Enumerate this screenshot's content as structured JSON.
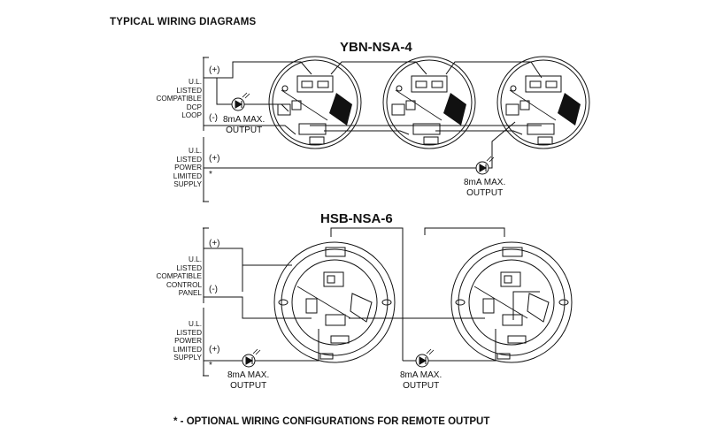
{
  "title": "TYPICAL WIRING DIAGRAMS",
  "diagram_top": {
    "model": "YBN-NSA-4",
    "dcp_label": [
      "U.L.",
      "LISTED",
      "COMPATIBLE",
      "DCP",
      "LOOP"
    ],
    "power_label": [
      "U.L.",
      "LISTED",
      "POWER",
      "LIMITED",
      "SUPPLY"
    ],
    "plus": "(+)",
    "minus": "(-)",
    "star": "*",
    "output_inline": [
      "8mA MAX.",
      "OUTPUT"
    ],
    "output_remote": [
      "8mA MAX.",
      "OUTPUT"
    ]
  },
  "diagram_bottom": {
    "model": "HSB-NSA-6",
    "panel_label": [
      "U.L.",
      "LISTED",
      "COMPATIBLE",
      "CONTROL",
      "PANEL"
    ],
    "power_label": [
      "U.L.",
      "LISTED",
      "POWER",
      "LIMITED",
      "SUPPLY"
    ],
    "plus": "(+)",
    "minus": "(-)",
    "star": "*",
    "output_left": [
      "8mA MAX.",
      "OUTPUT"
    ],
    "output_right": [
      "8mA MAX.",
      "OUTPUT"
    ]
  },
  "footnote": "* - OPTIONAL WIRING CONFIGURATIONS FOR REMOTE OUTPUT"
}
